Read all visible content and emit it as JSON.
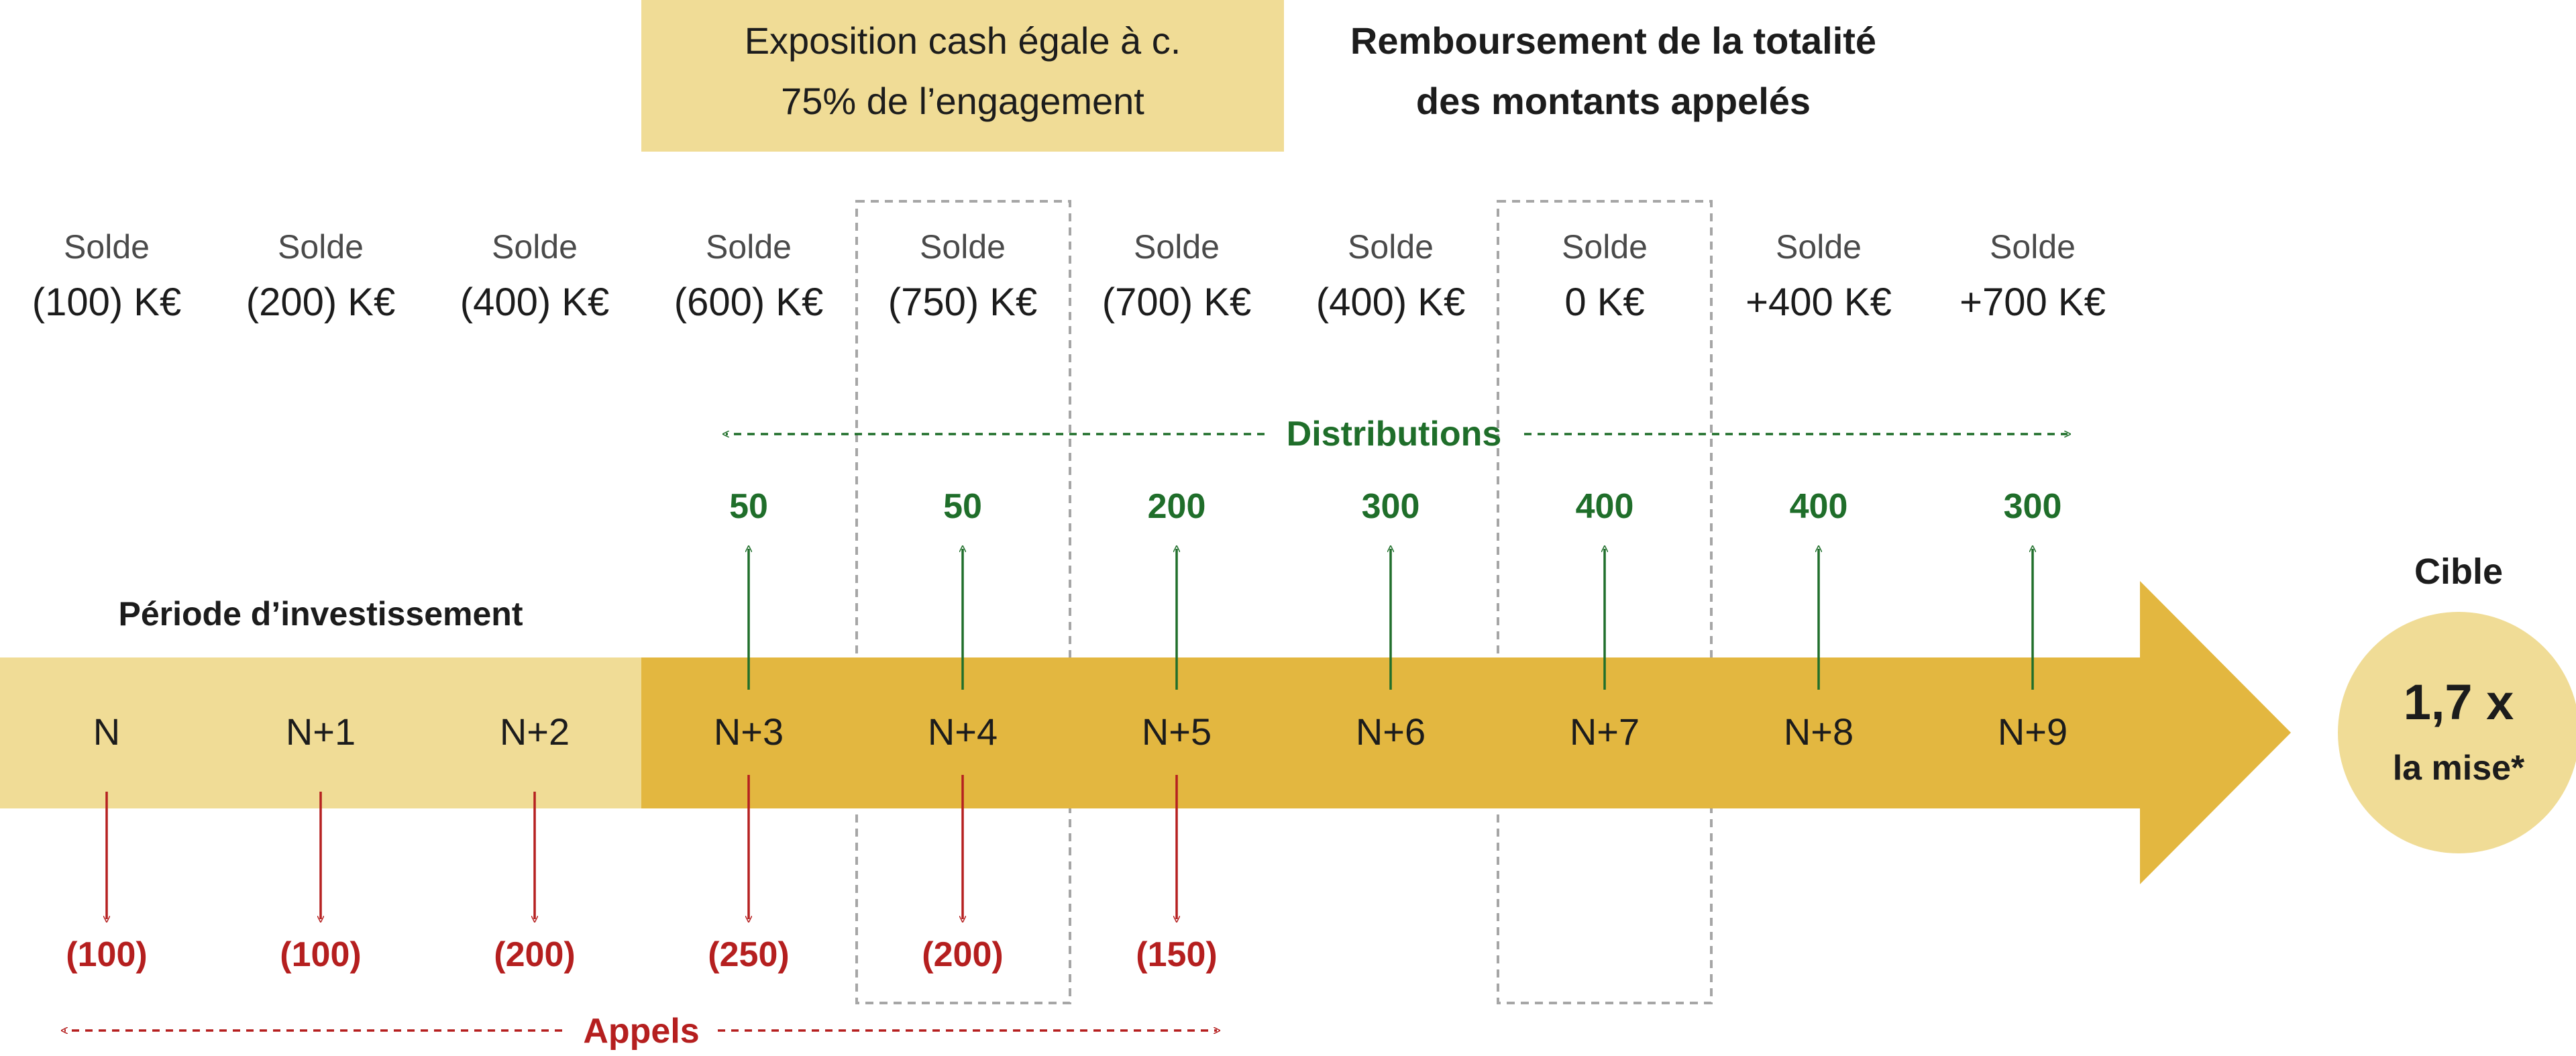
{
  "header": {
    "exposure_line1": "Exposition cash égale à c.",
    "exposure_line2": "75% de l’engagement",
    "reimbursement_line1": "Remboursement de la totalité",
    "reimbursement_line2": "des montants appelés"
  },
  "balance_label": "Solde",
  "balances": [
    "(100) K€",
    "(200) K€",
    "(400) K€",
    "(600) K€",
    "(750) K€",
    "(700) K€",
    "(400) K€",
    "0 K€",
    "+400 K€",
    "+700 K€"
  ],
  "distributions": {
    "label": "Distributions",
    "values": [
      "50",
      "50",
      "200",
      "300",
      "400",
      "400",
      "300"
    ]
  },
  "investment_period_label": "Période d’investissement",
  "years": [
    "N",
    "N+1",
    "N+2",
    "N+3",
    "N+4",
    "N+5",
    "N+6",
    "N+7",
    "N+8",
    "N+9"
  ],
  "calls": {
    "label": "Appels",
    "values": [
      "(100)",
      "(100)",
      "(200)",
      "(250)",
      "(200)",
      "(150)"
    ]
  },
  "target": {
    "label": "Cible",
    "multiple": "1,7 x",
    "caption": "la mise*"
  },
  "colors": {
    "light_gold": "#f0dc96",
    "gold": "#e3b740",
    "green": "#1f6e2a",
    "red": "#b51f1f",
    "dashed_box": "#a6a6a6"
  }
}
